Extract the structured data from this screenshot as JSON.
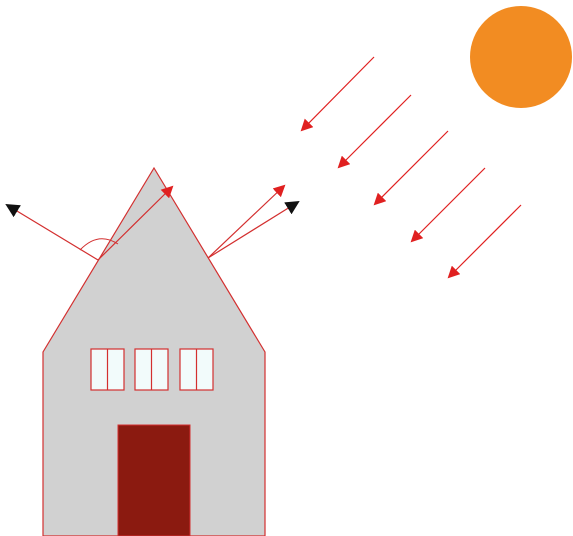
{
  "diagram": {
    "colors": {
      "background": "#ffffff",
      "sun": "#f28c22",
      "sun_ray": "#e02020",
      "house_fill": "#d1d1d1",
      "house_outline": "#d32f2f",
      "door": "#8b1a10",
      "window_fill": "#f2fbfb",
      "window_outline": "#d32f2f",
      "reflected_ray": "#d32f2f",
      "ray_head_dark": "#111111"
    },
    "elements": {
      "sun": "sun",
      "house": "house",
      "door": "door",
      "windows": [
        "window",
        "window",
        "window"
      ],
      "incoming_rays": [
        "sun-ray",
        "sun-ray",
        "sun-ray",
        "sun-ray",
        "sun-ray"
      ],
      "left_reflection": [
        "incident-ray",
        "reflected-ray",
        "angle-arc"
      ],
      "right_reflection": [
        "reflected-ray",
        "reflected-ray"
      ]
    }
  }
}
